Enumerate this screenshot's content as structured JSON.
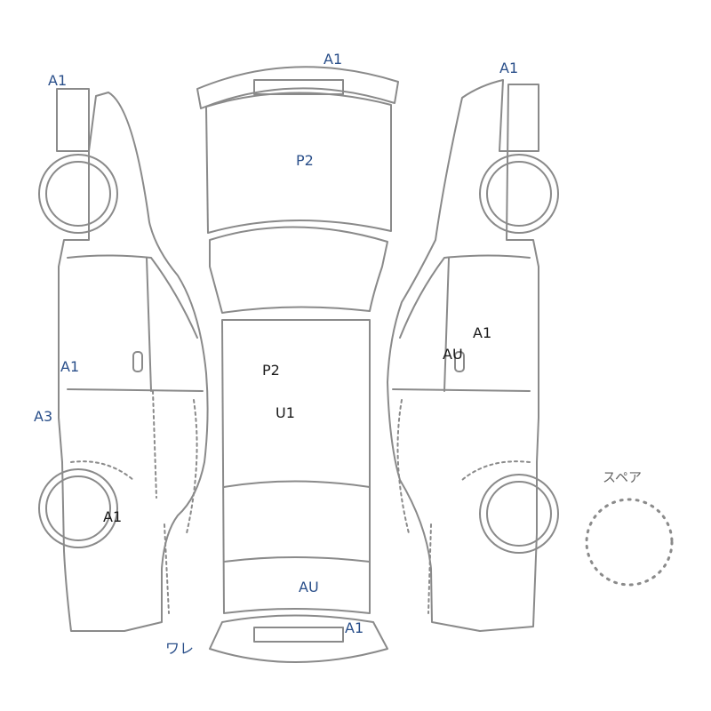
{
  "diagram": {
    "spare_label": "スペア",
    "colors": {
      "outline": "#8a8a8a",
      "mark_blue": "#2a4f8a",
      "mark_black": "#1a1a1a",
      "dots": "#8a8a8a"
    },
    "marks": [
      {
        "id": "left-rear-top",
        "text": "A1",
        "color": "blue"
      },
      {
        "id": "top-rear",
        "text": "A1",
        "color": "blue"
      },
      {
        "id": "right-front-top",
        "text": "A1",
        "color": "blue"
      },
      {
        "id": "trunk",
        "text": "P2",
        "color": "blue"
      },
      {
        "id": "right-door-front",
        "text": "A1",
        "color": "black"
      },
      {
        "id": "right-door-rear",
        "text": "AU",
        "color": "black"
      },
      {
        "id": "left-door",
        "text": "A1",
        "color": "blue"
      },
      {
        "id": "roof",
        "text": "P2",
        "color": "black"
      },
      {
        "id": "left-sill",
        "text": "A3",
        "color": "blue"
      },
      {
        "id": "roof-lower",
        "text": "U1",
        "color": "black"
      },
      {
        "id": "left-front-wheel",
        "text": "A1",
        "color": "black"
      },
      {
        "id": "hood",
        "text": "AU",
        "color": "blue"
      },
      {
        "id": "front-bumper",
        "text": "A1",
        "color": "blue"
      },
      {
        "id": "windshield-crack",
        "text": "ワレ",
        "color": "blue"
      }
    ]
  }
}
